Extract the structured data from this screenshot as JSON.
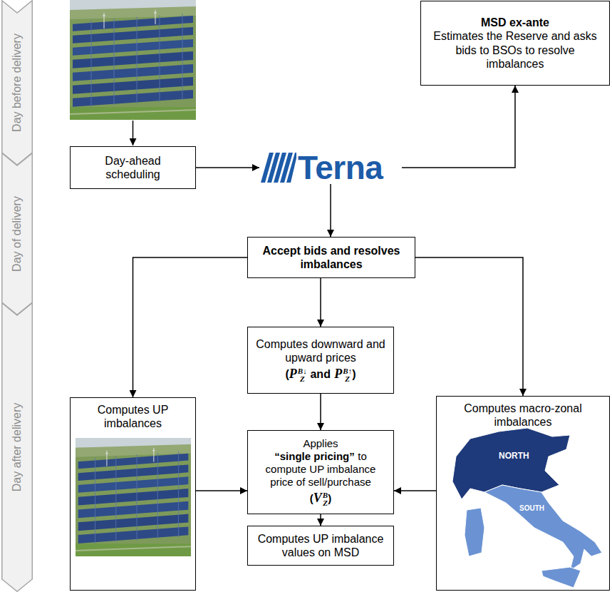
{
  "diagram": {
    "nodes": [
      {
        "text": [
          "Day before delivery"
        ]
      },
      {
        "text": [
          "Day of delivery"
        ]
      },
      {
        "text": [
          "Day after delivery"
        ]
      },
      {
        "text": [
          "Day-ahead scheduling"
        ]
      },
      {
        "text": [
          "Terna"
        ]
      },
      {
        "text": [
          "MSD ex-ante",
          "Estimates the Reserve and asks bids to BSOs to resolve imbalances"
        ]
      },
      {
        "text": [
          "Accept bids and resolves imbalances"
        ]
      },
      {
        "text": [
          "Computes downward and upward prices",
          "(",
          "P",
          "B↓",
          "Z",
          "and",
          "P",
          "B↑",
          "Z",
          ")"
        ]
      },
      {
        "text": [
          "Applies",
          "“single pricing”",
          "to compute UP imbalance price of sell/purchase",
          "(",
          "V",
          "B",
          "Z",
          ")"
        ]
      },
      {
        "text": [
          "Computes UP imbalance values on MSD"
        ]
      },
      {
        "text": [
          "Computes UP imbalances"
        ]
      },
      {
        "text": [
          "Computes macro-zonal imbalances"
        ]
      }
    ],
    "edges": [
      {
        "from": 3,
        "to": 4,
        "arrow": "to"
      },
      {
        "from": 4,
        "to": 5,
        "arrow": "to"
      },
      {
        "from": 4,
        "to": 6,
        "arrow": "to"
      },
      {
        "from": 6,
        "to": 10,
        "arrow": "to"
      },
      {
        "from": 6,
        "to": 7,
        "arrow": "to"
      },
      {
        "from": 6,
        "to": 11,
        "arrow": "to"
      },
      {
        "from": 7,
        "to": 8,
        "arrow": "to"
      },
      {
        "from": 10,
        "to": 8,
        "arrow": "to"
      },
      {
        "from": 11,
        "to": 8,
        "arrow": "to"
      },
      {
        "from": 8,
        "to": 9,
        "arrow": "to"
      }
    ],
    "labels": [
      "NORTH",
      "SOUTH"
    ]
  }
}
